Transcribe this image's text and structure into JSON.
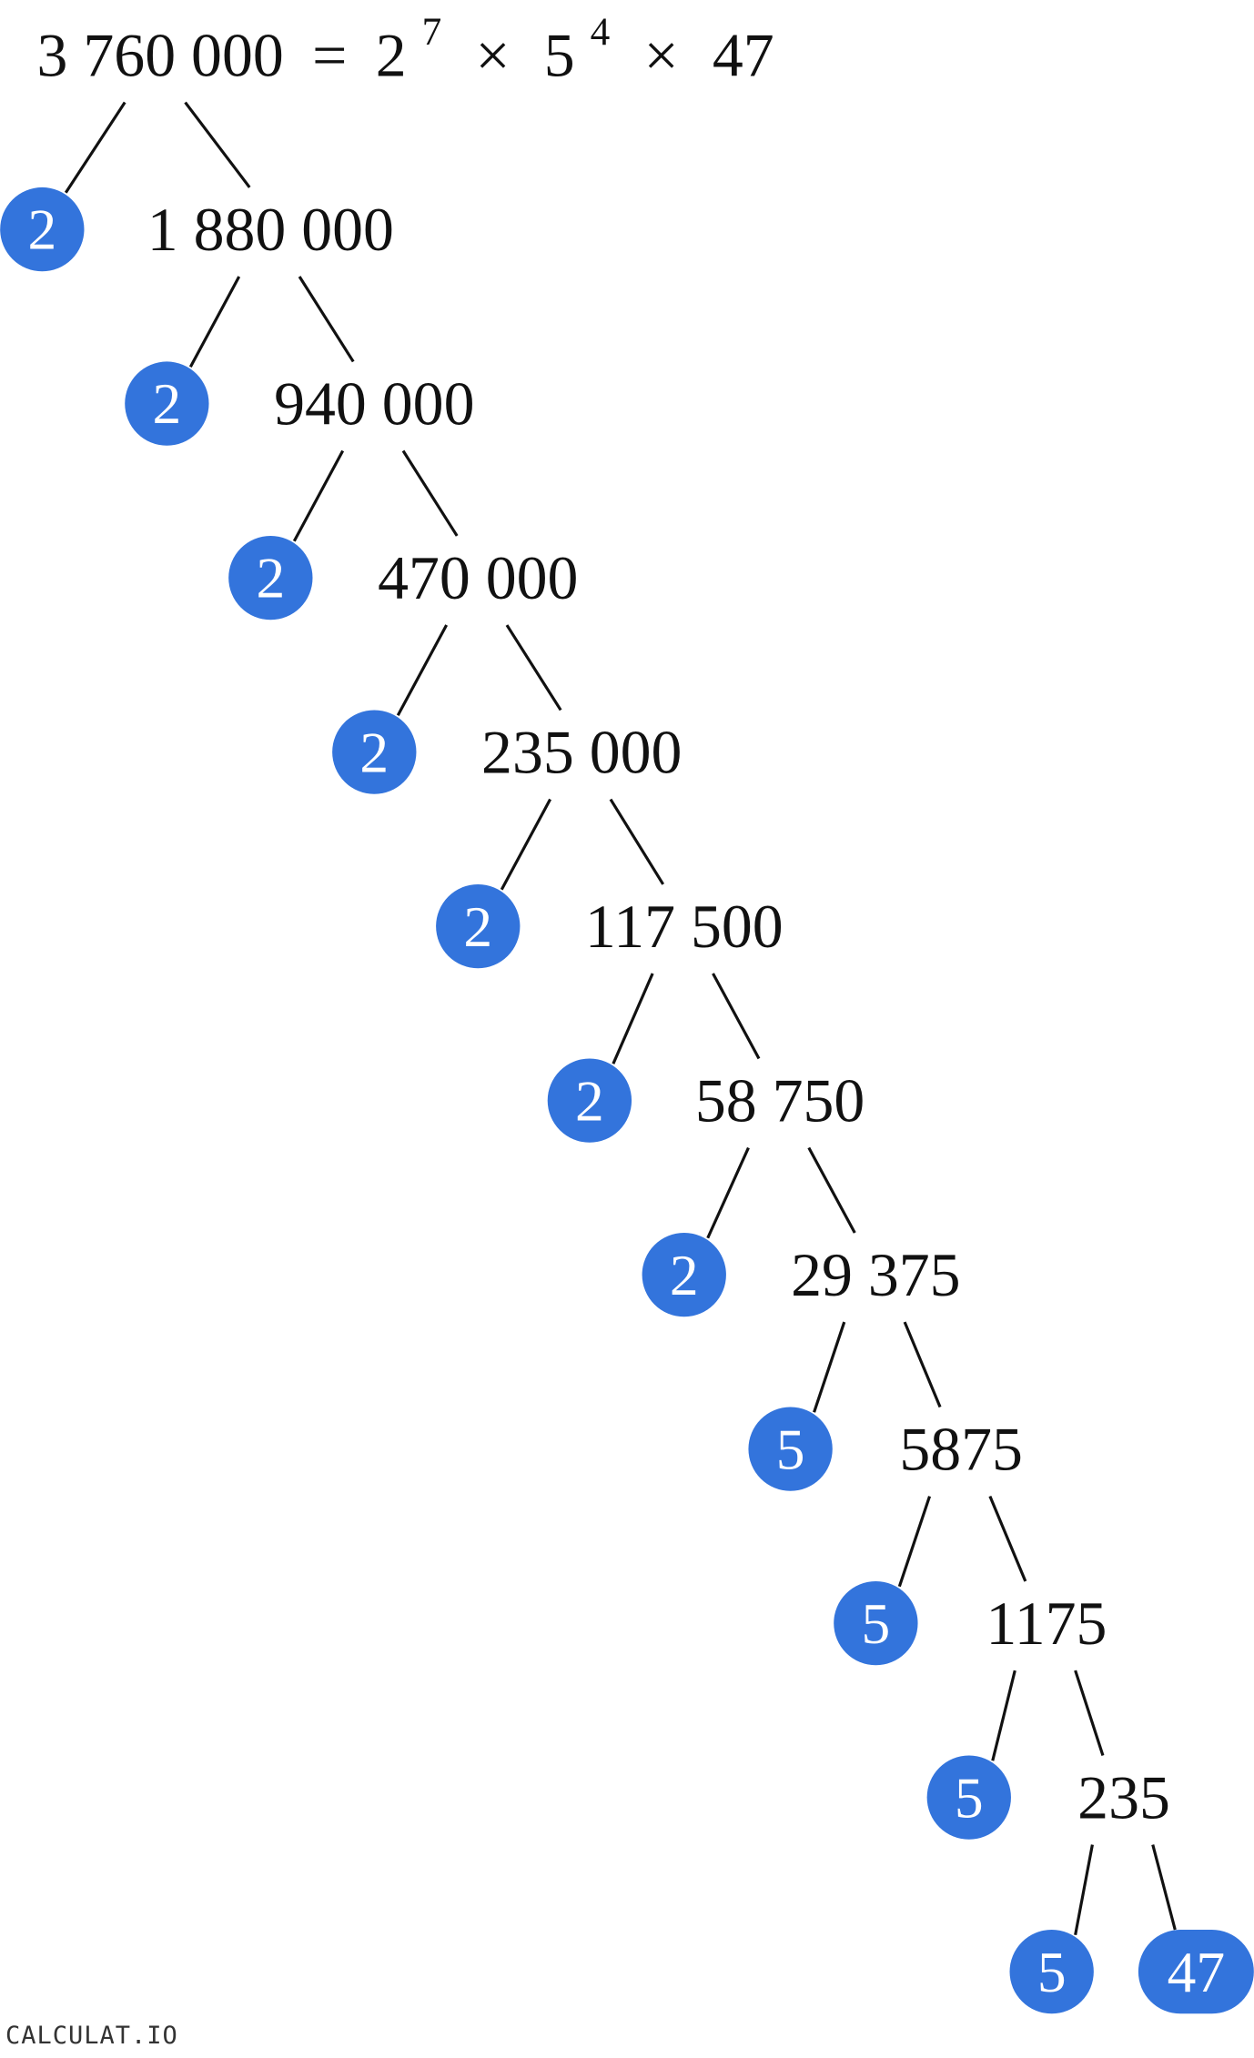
{
  "title": {
    "number": "3 760 000",
    "equals": "=",
    "factors": [
      {
        "base": "2",
        "exp": "7"
      },
      {
        "base": "5",
        "exp": "4"
      },
      {
        "base": "47",
        "exp": ""
      }
    ],
    "times": "×"
  },
  "tree": {
    "rows": [
      {
        "prime": "2",
        "quotient": "1 880 000"
      },
      {
        "prime": "2",
        "quotient": "940 000"
      },
      {
        "prime": "2",
        "quotient": "470 000"
      },
      {
        "prime": "2",
        "quotient": "235 000"
      },
      {
        "prime": "2",
        "quotient": "117 500"
      },
      {
        "prime": "2",
        "quotient": "58 750"
      },
      {
        "prime": "2",
        "quotient": "29 375"
      },
      {
        "prime": "5",
        "quotient": "5875"
      },
      {
        "prime": "5",
        "quotient": "1175"
      },
      {
        "prime": "5",
        "quotient": "235"
      },
      {
        "prime": "5",
        "quotient": "47",
        "quotient_is_prime": true
      }
    ]
  },
  "colors": {
    "prime_fill": "#3374dc",
    "line": "#111111"
  },
  "logo": {
    "text": "CALCULAT.IO"
  }
}
